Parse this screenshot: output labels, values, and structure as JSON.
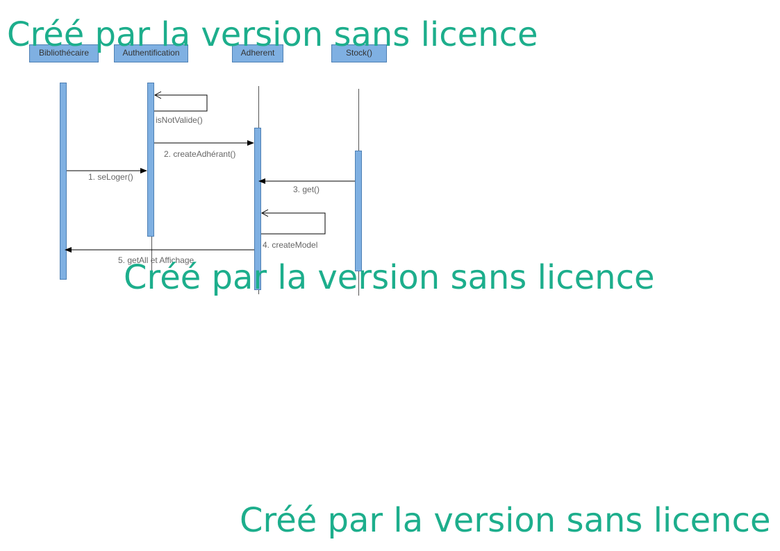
{
  "diagram": {
    "participants": [
      {
        "id": "bibliothecaire",
        "label": "Bibliothécaire"
      },
      {
        "id": "authentification",
        "label": "Authentification"
      },
      {
        "id": "adherent",
        "label": "Adherent"
      },
      {
        "id": "stock",
        "label": "Stock()"
      }
    ],
    "messages": [
      {
        "label": "isNotValide()",
        "from": "authentification",
        "to": "authentification"
      },
      {
        "label": "2. createAdhérant()",
        "from": "authentification",
        "to": "adherent"
      },
      {
        "label": "1. seLoger()",
        "from": "bibliothecaire",
        "to": "authentification"
      },
      {
        "label": "3. get()",
        "from": "stock",
        "to": "adherent"
      },
      {
        "label": "4. createModel",
        "from": "adherent",
        "to": "adherent"
      },
      {
        "label": "5. getAll et Affichage",
        "from": "adherent",
        "to": "bibliothecaire"
      }
    ],
    "colors": {
      "participant_fill": "#7fb0e2",
      "participant_border": "#4d7fb3",
      "watermark": "#1dae8c"
    }
  },
  "watermarks": [
    "Créé par la version sans licence",
    "Créé par la version sans licence",
    "Créé par la version sans licence"
  ]
}
